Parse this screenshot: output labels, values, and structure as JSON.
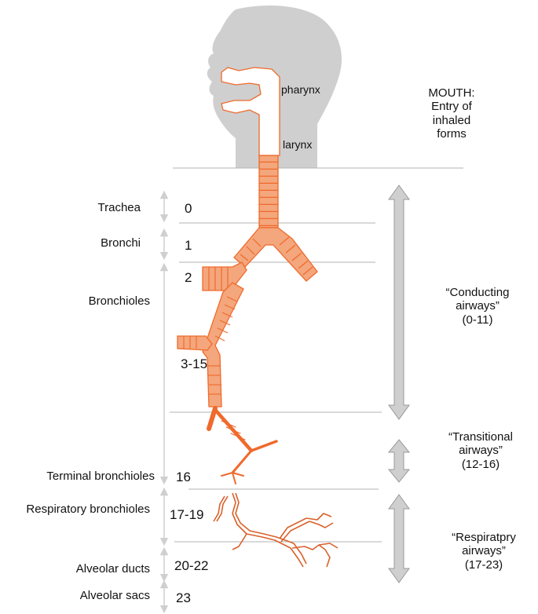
{
  "head": {
    "pharynx": "pharynx",
    "larynx": "larynx",
    "mouth_lines": [
      "MOUTH:",
      "Entry of",
      "inhaled",
      "forms"
    ]
  },
  "levels": [
    {
      "label": "Trachea",
      "generation": "0"
    },
    {
      "label": "Bronchi",
      "generation": "1"
    },
    {
      "label": "Bronchioles",
      "generation": "2"
    },
    {
      "label": "",
      "generation": "3-15"
    },
    {
      "label": "Terminal bronchioles",
      "generation": "16"
    },
    {
      "label": "Respiratory bronchioles",
      "generation": "17-19"
    },
    {
      "label": "Alveolar ducts",
      "generation": "20-22"
    },
    {
      "label": "Alveolar sacs",
      "generation": "23"
    }
  ],
  "zones": [
    {
      "lines": [
        "“Conducting",
        "airways”",
        "(0-11)"
      ]
    },
    {
      "lines": [
        "“Transitional",
        "airways”",
        "(12-16)"
      ]
    },
    {
      "lines": [
        "“Respiratpry",
        "airways”",
        "(17-23)"
      ]
    }
  ],
  "colors": {
    "airway_fill": "#f4a67c",
    "airway_stroke": "#ef6a2c",
    "head_fill": "#cfcfcf",
    "divider": "#b3b3b3",
    "zone_arrow": "#c9c9c9",
    "level_arrow": "#cfcfcf"
  }
}
